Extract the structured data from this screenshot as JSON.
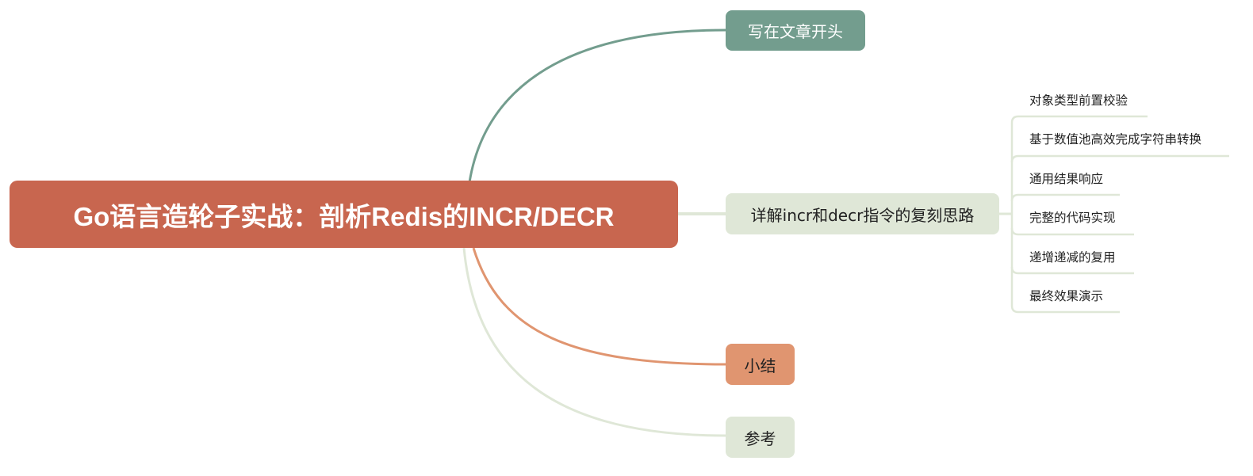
{
  "root": {
    "title": "Go语言造轮子实战：剖析Redis的INCR/DECR",
    "color": "#c8664f"
  },
  "branches": [
    {
      "label": "写在文章开头",
      "color": "#739d8e"
    },
    {
      "label": "详解incr和decr指令的复刻思路",
      "color": "#dfe7d7",
      "children": [
        "对象类型前置校验",
        "基于数值池高效完成字符串转换",
        "通用结果响应",
        "完整的代码实现",
        "递增递减的复用",
        "最终效果演示"
      ]
    },
    {
      "label": "小结",
      "color": "#e09570"
    },
    {
      "label": "参考",
      "color": "#dfe7d7"
    }
  ]
}
